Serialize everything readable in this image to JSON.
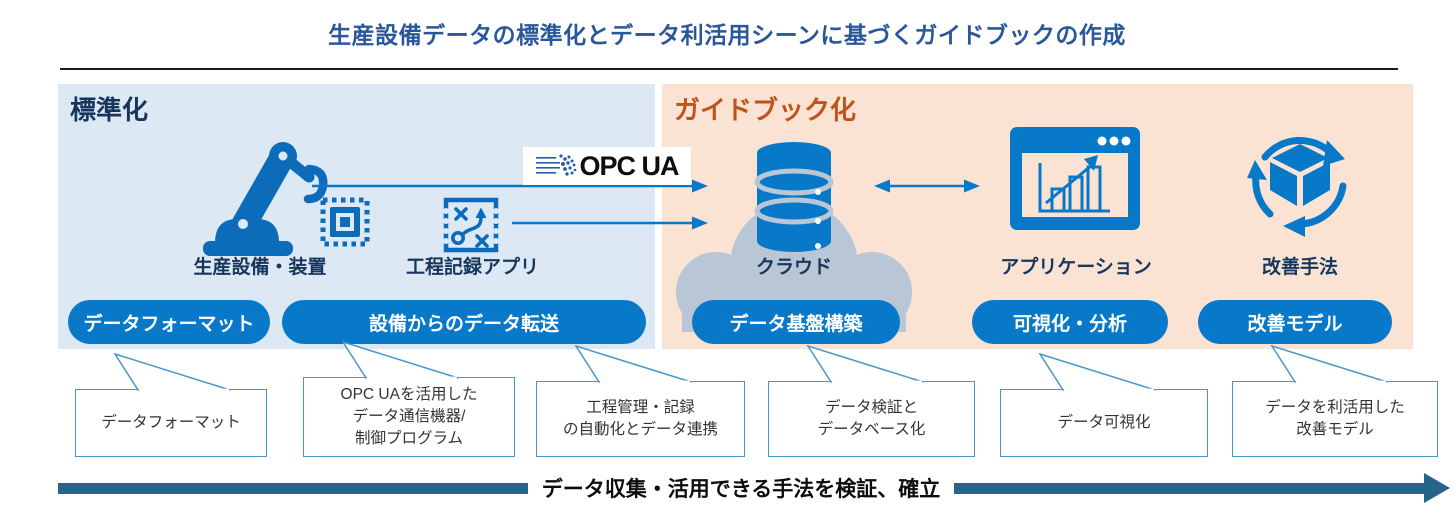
{
  "title": "生産設備データの標準化とデータ利活用シーンに基づくガイドブックの作成",
  "panels": {
    "standardization": {
      "label": "標準化"
    },
    "guidebook": {
      "label": "ガイドブック化"
    }
  },
  "nodes": {
    "equipment": {
      "label": "生産設備・装置",
      "icon": "robot-arm-chip-icon"
    },
    "process_app": {
      "label": "工程記録アプリ",
      "icon": "strategy-board-icon"
    },
    "cloud": {
      "label": "クラウド",
      "icon": "cloud-database-icon"
    },
    "application": {
      "label": "アプリケーション",
      "icon": "chart-window-icon"
    },
    "improvement": {
      "label": "改善手法",
      "icon": "cycle-box-icon"
    }
  },
  "opc_ua_logo": "OPC UA",
  "pills": [
    {
      "label": "データフォーマット"
    },
    {
      "label": "設備からのデータ転送"
    },
    {
      "label": "データ基盤構築"
    },
    {
      "label": "可視化・分析"
    },
    {
      "label": "改善モデル"
    }
  ],
  "callouts": [
    {
      "lines": [
        "データフォーマット"
      ]
    },
    {
      "lines": [
        "OPC UAを活用した",
        "データ通信機器/",
        "制御プログラム"
      ]
    },
    {
      "lines": [
        "工程管理・記録",
        "の自動化とデータ連携"
      ]
    },
    {
      "lines": [
        "データ検証と",
        "データベース化"
      ]
    },
    {
      "lines": [
        "データ可視化"
      ]
    },
    {
      "lines": [
        "データを利活用した",
        "改善モデル"
      ]
    }
  ],
  "bottom_arrow": {
    "label": "データ収集・活用できる手法を検証、確立"
  },
  "colors": {
    "accent_blue": "#0878c8",
    "icon_blue": "#0d6cba",
    "navy": "#17365d",
    "title_blue": "#2a579a",
    "orange": "#c0521c",
    "panel_blue": "#dce8f3",
    "panel_peach": "#fbe3d4",
    "cloud_grey": "#b9c6d5",
    "steel_arrow": "#26648a",
    "callout_border": "#4796cc"
  }
}
